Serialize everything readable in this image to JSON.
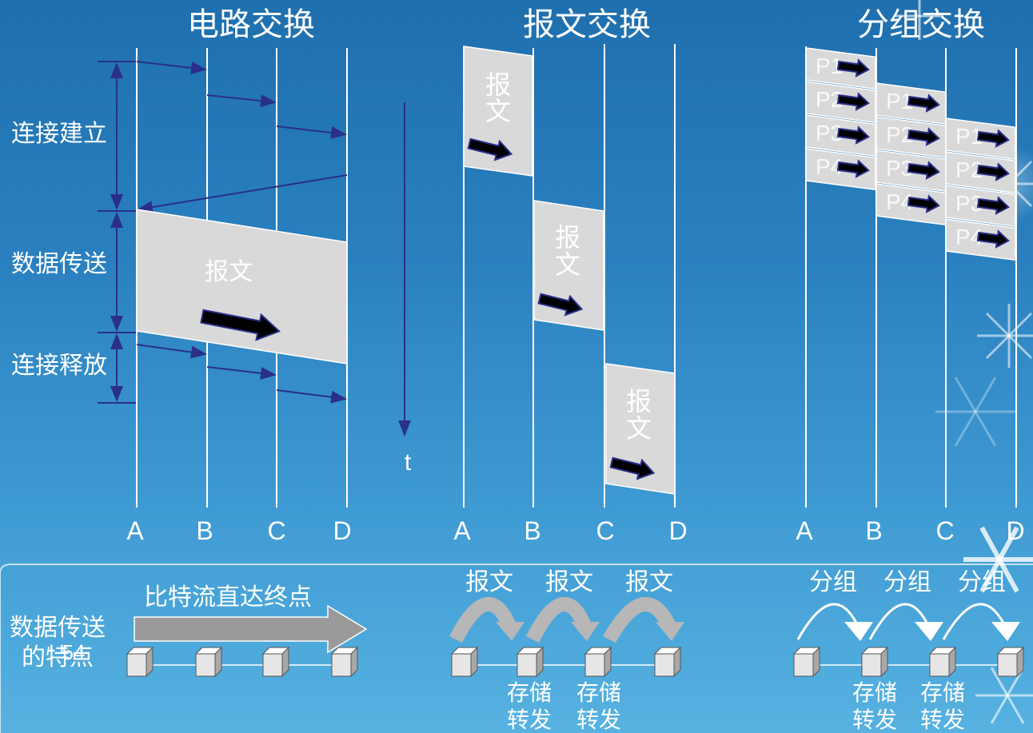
{
  "sections": {
    "circuit": {
      "title": "电路交换",
      "phases": [
        "连接建立",
        "数据传送",
        "连接释放"
      ],
      "message": "报文",
      "nodes": [
        "A",
        "B",
        "C",
        "D"
      ]
    },
    "message": {
      "title": "报文交换",
      "message_chars": [
        "报",
        "文"
      ],
      "time_label": "t",
      "nodes": [
        "A",
        "B",
        "C",
        "D"
      ]
    },
    "packet": {
      "title": "分组交换",
      "packets": [
        "P1",
        "P2",
        "P3",
        "P4"
      ],
      "nodes": [
        "A",
        "B",
        "C",
        "D"
      ]
    }
  },
  "bottom": {
    "row_label_line1": "数据传送",
    "row_label_line2": "的特点",
    "slide_number": "54",
    "circuit_caption": "比特流直达终点",
    "message_hops": [
      "报文",
      "报文",
      "报文"
    ],
    "packet_hops": [
      "分组",
      "分组",
      "分组"
    ],
    "store_line1": "存储",
    "store_line2": "转发"
  }
}
